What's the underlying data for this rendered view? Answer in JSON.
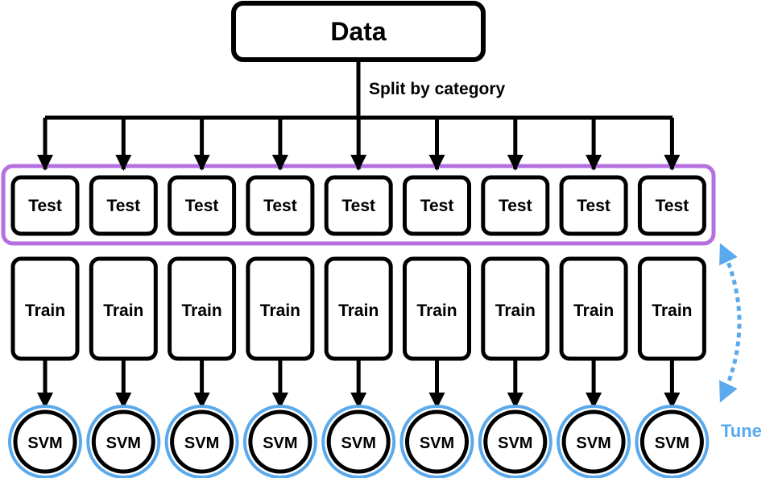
{
  "diagram": {
    "root_label": "Data",
    "split_label": "Split by category",
    "tune_label": "Tune",
    "columns": [
      {
        "test": "Test",
        "train": "Train",
        "model": "SVM"
      },
      {
        "test": "Test",
        "train": "Train",
        "model": "SVM"
      },
      {
        "test": "Test",
        "train": "Train",
        "model": "SVM"
      },
      {
        "test": "Test",
        "train": "Train",
        "model": "SVM"
      },
      {
        "test": "Test",
        "train": "Train",
        "model": "SVM"
      },
      {
        "test": "Test",
        "train": "Train",
        "model": "SVM"
      },
      {
        "test": "Test",
        "train": "Train",
        "model": "SVM"
      },
      {
        "test": "Test",
        "train": "Train",
        "model": "SVM"
      },
      {
        "test": "Test",
        "train": "Train",
        "model": "SVM"
      }
    ]
  },
  "colors": {
    "stroke": "#000000",
    "test_group_border": "#b56fe0",
    "svm_ring": "#5aa9ec",
    "tune_accent": "#5aa9ec"
  }
}
